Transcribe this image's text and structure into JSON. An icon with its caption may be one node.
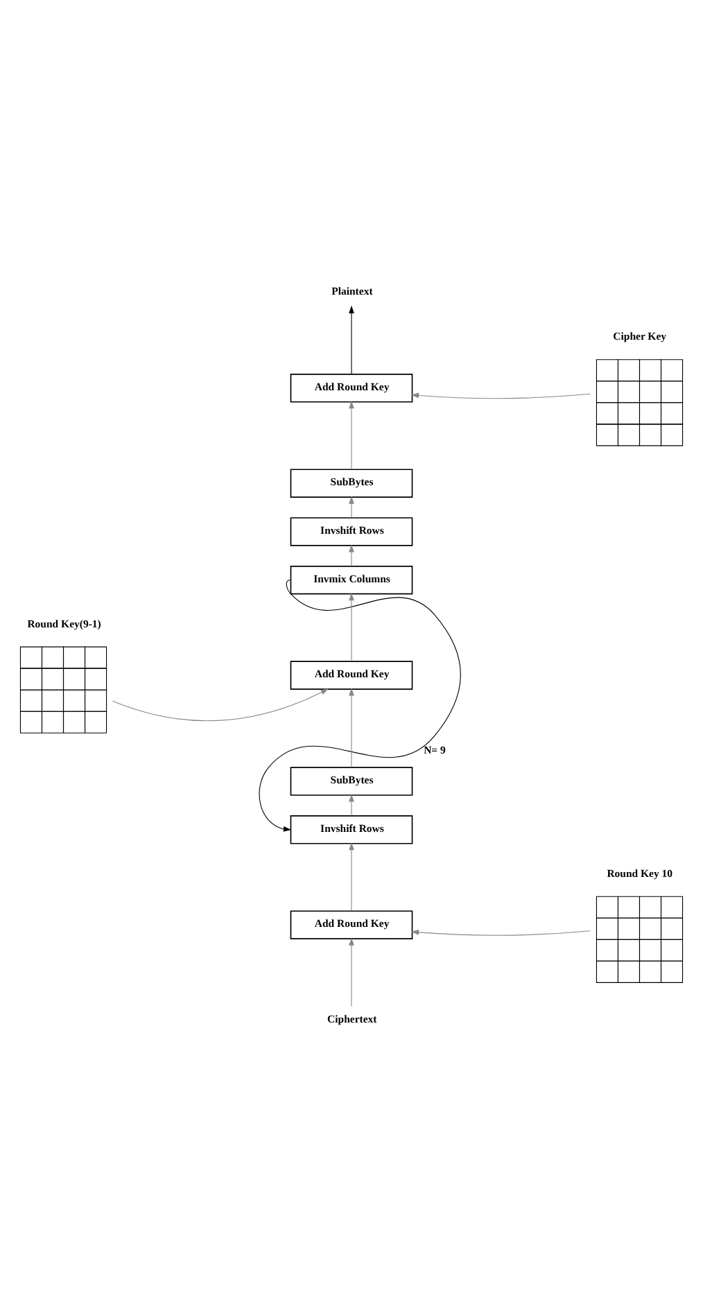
{
  "diagram": {
    "nodes": [
      {
        "text": [
          "Plaintext"
        ]
      },
      {
        "text": [
          "Cipher Key"
        ]
      },
      {
        "text": [
          "Add Round Key"
        ]
      },
      {
        "text": [
          "SubBytes"
        ]
      },
      {
        "text": [
          "Invshift Rows"
        ]
      },
      {
        "text": [
          "Round Key(9-1)"
        ]
      },
      {
        "text": [
          "Invmix Columns"
        ]
      },
      {
        "text": [
          "Add Round Key"
        ]
      },
      {
        "text": [
          "SubBytes"
        ]
      },
      {
        "text": [
          "Invshift Rows"
        ]
      },
      {
        "text": [
          "Round Key 10"
        ]
      },
      {
        "text": [
          "Add Round Key"
        ]
      },
      {
        "text": [
          "Ciphertext"
        ]
      }
    ],
    "edges": [
      {
        "from": 12,
        "to": 11,
        "arrow": "to"
      },
      {
        "from": 11,
        "to": 9,
        "arrow": "to"
      },
      {
        "from": 9,
        "to": 8,
        "arrow": "to"
      },
      {
        "from": 8,
        "to": 7,
        "arrow": "to"
      },
      {
        "from": 7,
        "to": 6,
        "arrow": "to"
      },
      {
        "from": 6,
        "to": 4,
        "arrow": "to"
      },
      {
        "from": 4,
        "to": 3,
        "arrow": "to"
      },
      {
        "from": 3,
        "to": 2,
        "arrow": "to"
      },
      {
        "from": 2,
        "to": 0,
        "arrow": "to",
        "color": "#000000"
      },
      {
        "from": 1,
        "to": 2,
        "arrow": "to"
      },
      {
        "from": 5,
        "to": 7,
        "arrow": "to"
      },
      {
        "from": 10,
        "to": 11,
        "arrow": "to"
      },
      {
        "from": 6,
        "to": 9,
        "arrow": "to",
        "label": "N= 9",
        "color": "#000000"
      }
    ]
  }
}
